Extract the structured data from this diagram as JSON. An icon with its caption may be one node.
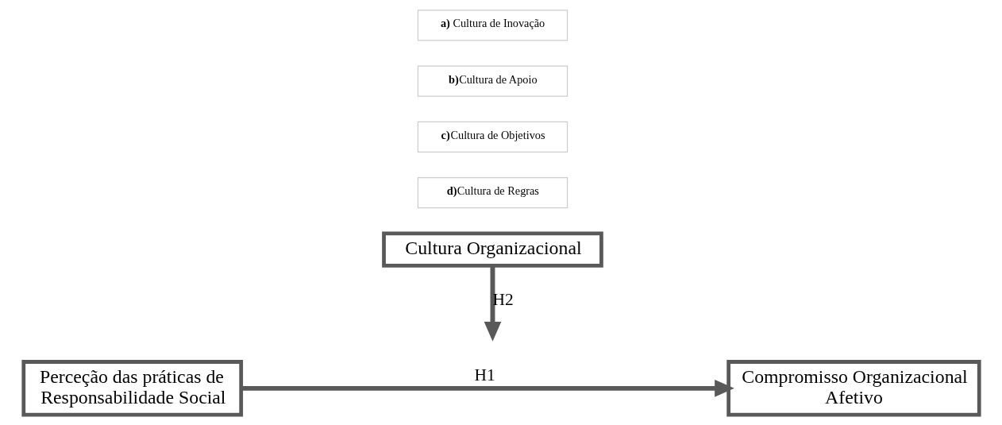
{
  "diagram": {
    "nodes": [
      {
        "text": [
          "**a)** Cultura de Inovação"
        ]
      },
      {
        "text": [
          "**b)**Cultura de Apoio"
        ]
      },
      {
        "text": [
          "**c)**Cultura de Objetivos"
        ]
      },
      {
        "text": [
          "**d)**Cultura de Regras"
        ]
      },
      {
        "text": [
          "Cultura Organizacional"
        ]
      },
      {
        "text": [
          "Perceção das práticas de Responsabilidade Social"
        ]
      },
      {
        "text": [
          "Compromisso Organizacional Afetivo"
        ]
      }
    ],
    "edges": [
      {
        "from": 5,
        "to": 6,
        "arrow": "to",
        "label": "H1"
      },
      {
        "from": 4,
        "to": null,
        "arrow": "to",
        "label": "H2"
      }
    ]
  }
}
